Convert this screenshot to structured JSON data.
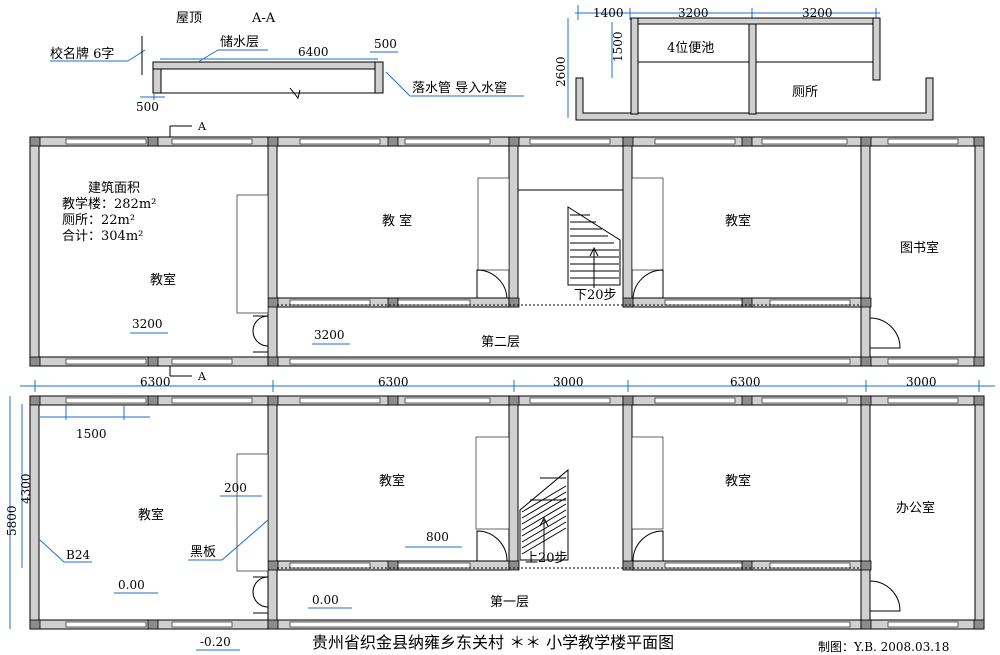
{
  "section_view": {
    "roof_label": "屋顶",
    "section_label": "A-A",
    "sign_label": "校名牌 6字",
    "water_layer_label": "储水层",
    "span_dim": "6400",
    "edge_dim_right": "500",
    "edge_dim_left": "500",
    "drain_label": "落水管 导入水窖"
  },
  "toilet_plan": {
    "dims": [
      "1400",
      "3200",
      "3200"
    ],
    "dim_vertical_outer": "2600",
    "dim_vertical_inner": "1500",
    "pit_label": "4位便池",
    "toilet_label": "厕所"
  },
  "second_floor": {
    "area_title": "建筑面积",
    "area_school": "教学楼：282m²",
    "area_toilet": "厕所：22m²",
    "area_total": "合计：304m²",
    "rooms": [
      "教室",
      "教 室",
      "教室",
      "图书室"
    ],
    "stair_label": "下20步",
    "floor_label": "第二层",
    "dim_left": "3200",
    "dim_corridor": "3200",
    "section_mark_top": "A",
    "section_mark_bottom": "A"
  },
  "axis_dims": [
    "6300",
    "6300",
    "3000",
    "6300",
    "3000"
  ],
  "first_floor": {
    "rooms": [
      "教室",
      "教室",
      "教室",
      "办公室"
    ],
    "stair_label": "上20步",
    "floor_label": "第一层",
    "dim_window": "1500",
    "dim_wall": "200",
    "dim_door": "800",
    "dim_depth_outer": "5800",
    "dim_depth_inner": "4300",
    "wall_code": "B24",
    "blackboard_label": "黑板",
    "elev_room": "0.00",
    "elev_corridor": "0.00",
    "elev_outside": "-0.20"
  },
  "footer": {
    "title": "贵州省织金县纳雍乡东关村 ＊＊ 小学教学楼平面图",
    "credit": "制图：Y.B. 2008.03.18"
  }
}
